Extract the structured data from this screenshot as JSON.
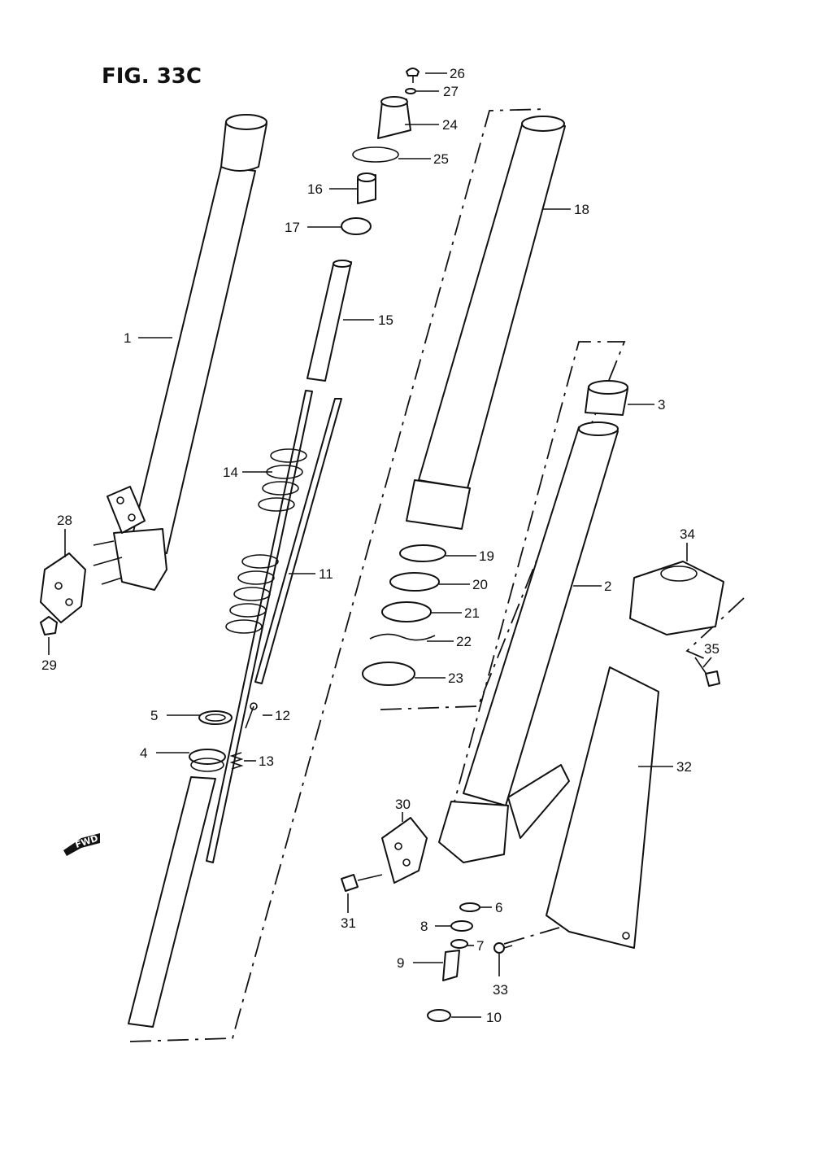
{
  "figure": {
    "title": "FIG. 33C",
    "fwd_label": "FWD"
  },
  "callouts": {
    "c1": "1",
    "c2": "2",
    "c3": "3",
    "c4": "4",
    "c5": "5",
    "c6": "6",
    "c7": "7",
    "c8": "8",
    "c9": "9",
    "c10": "10",
    "c11": "11",
    "c12": "12",
    "c13": "13",
    "c14": "14",
    "c15": "15",
    "c16": "16",
    "c17": "17",
    "c18": "18",
    "c19": "19",
    "c20": "20",
    "c21": "21",
    "c22": "22",
    "c23": "23",
    "c24": "24",
    "c25": "25",
    "c26": "26",
    "c27": "27",
    "c28": "28",
    "c29": "29",
    "c30": "30",
    "c31": "31",
    "c32": "32",
    "c33": "33",
    "c34": "34",
    "c35": "35"
  }
}
